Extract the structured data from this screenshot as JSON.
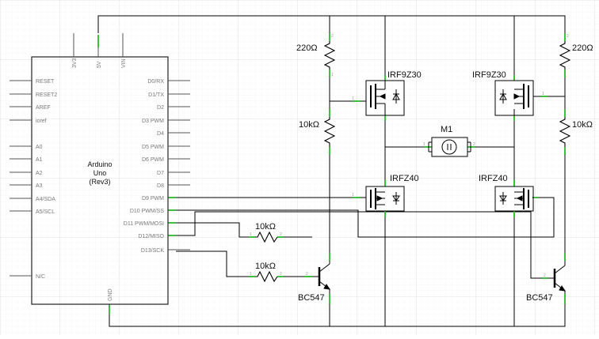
{
  "arduino": {
    "name_line1": "Arduino",
    "name_line2": "Uno",
    "name_line3": "(Rev3)",
    "top_pins": [
      "3V3",
      "5V",
      "VIN"
    ],
    "left_pins": [
      "RESET",
      "RESET2",
      "AREF",
      "ioref",
      "A0",
      "A1",
      "A2",
      "A3",
      "A4/SDA",
      "A5/SCL",
      "N/C"
    ],
    "right_pins": [
      "D0/RX",
      "D1/TX",
      "D2",
      "D3 PWM",
      "D4",
      "D5 PWM",
      "D6 PWM",
      "D7",
      "D8",
      "D9 PWM",
      "D10 PWM/SS",
      "D11 PWM/MOSI",
      "D12/MISO",
      "D13/SCK"
    ],
    "bottom_pin": "GND"
  },
  "components": {
    "r_top_left": "220Ω",
    "r_top_right": "220Ω",
    "r_mid_left": "10kΩ",
    "r_mid_right": "10kΩ",
    "r_d12": "10kΩ",
    "r_d13": "10kΩ",
    "p_mosfet_left": "IRF9Z30",
    "p_mosfet_right": "IRF9Z30",
    "n_mosfet_left": "IRFZ40",
    "n_mosfet_right": "IRFZ40",
    "motor": "M1",
    "transistor_left": "BC547",
    "transistor_right": "BC547"
  },
  "pin_numbers": {
    "one": "1",
    "two": "2"
  },
  "colors": {
    "grid": "#e6e6e6",
    "wire": "#000000",
    "pin_end": "#3fbf3f",
    "body": "#222222"
  }
}
